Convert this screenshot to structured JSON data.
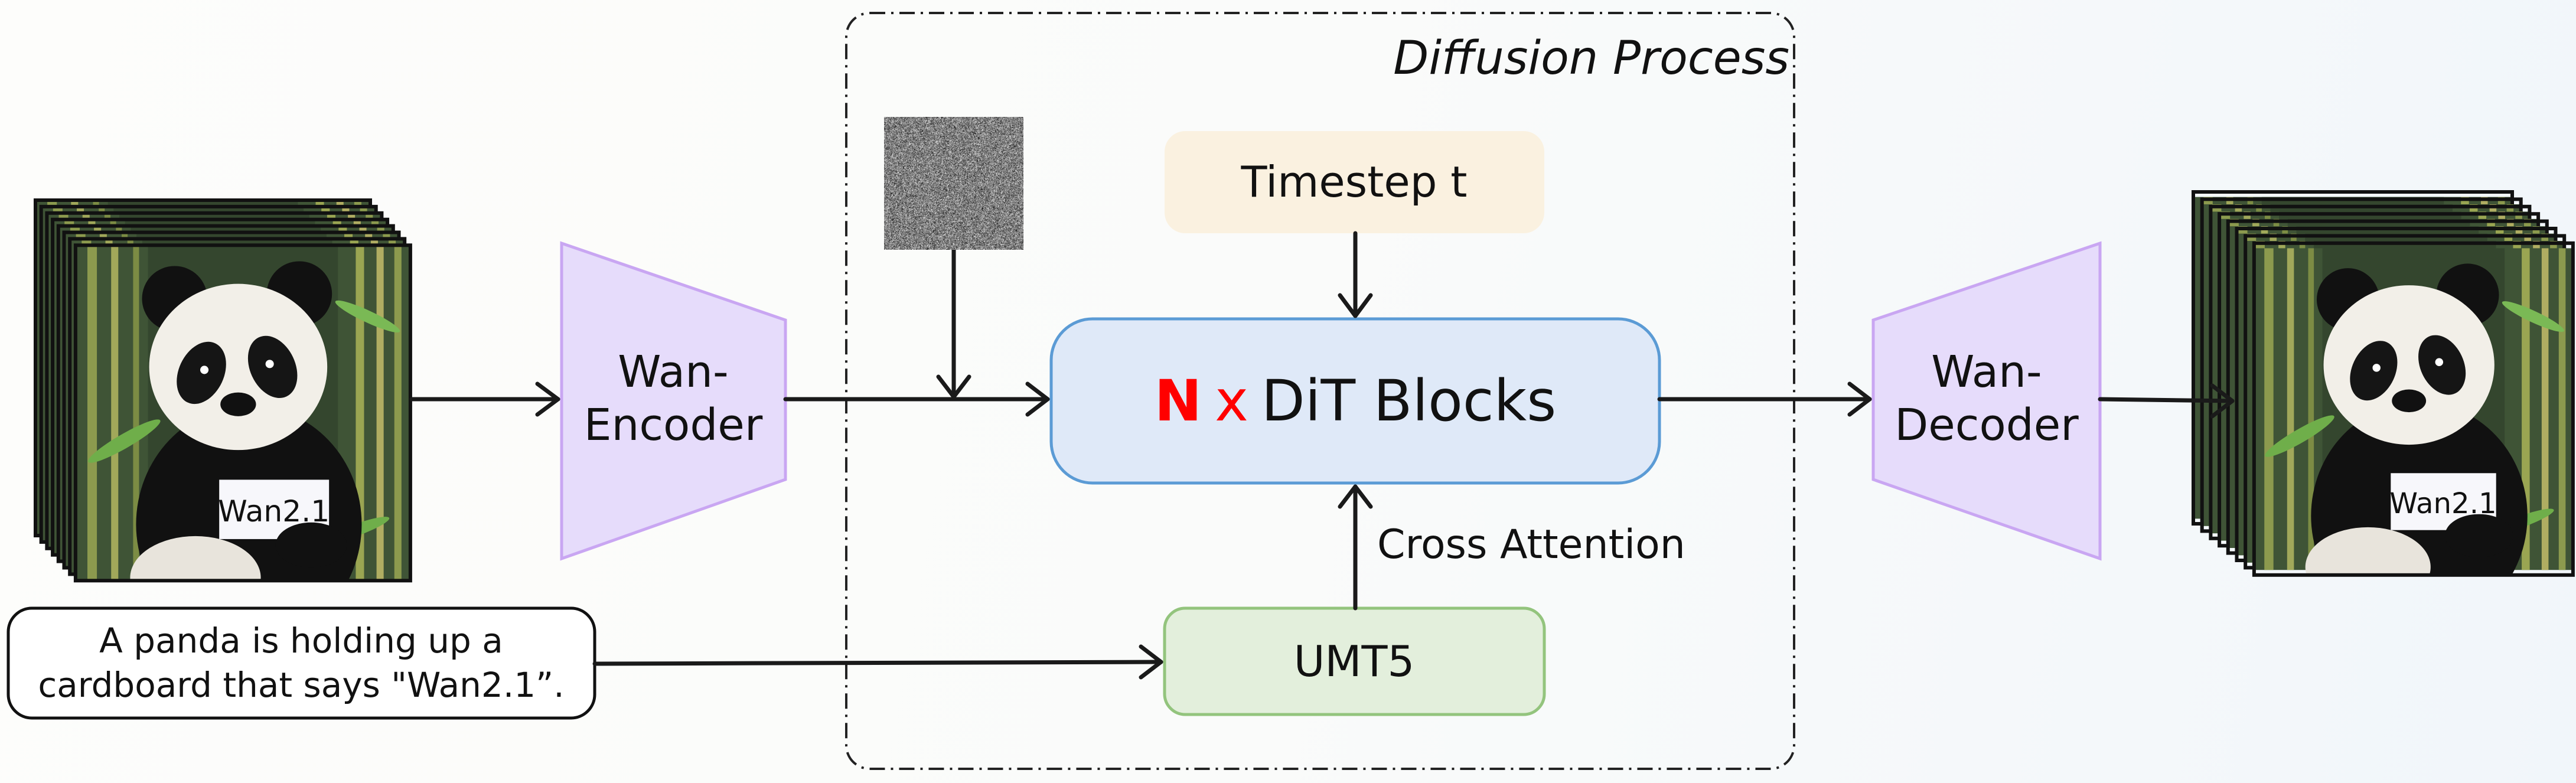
{
  "diagram": {
    "group_label": "Diffusion Process",
    "input_video": {
      "sign_text": "Wan2.1"
    },
    "output_video": {
      "sign_text": "Wan2.1"
    },
    "encoder": {
      "line1": "Wan-",
      "line2": "Encoder"
    },
    "decoder": {
      "line1": "Wan-",
      "line2": "Decoder"
    },
    "timestep": {
      "label": "Timestep t"
    },
    "dit": {
      "prefix_n": "N",
      "prefix_x": "x",
      "label": "DiT Blocks"
    },
    "cross_attention": {
      "label": "Cross Attention"
    },
    "text_encoder": {
      "label": "UMT5"
    },
    "prompt": {
      "line1": "A panda is holding up a",
      "line2": "cardboard that says \"Wan2.1”."
    },
    "colors": {
      "encoder_fill": "#e6dcfb",
      "encoder_stroke": "#c9a6f2",
      "timestep_fill": "#faf1e0",
      "dit_fill": "#dfe9f8",
      "dit_stroke": "#5b9bd5",
      "umt5_fill": "#e3efdc",
      "umt5_stroke": "#93c47d",
      "n_red": "#ff0000"
    }
  }
}
